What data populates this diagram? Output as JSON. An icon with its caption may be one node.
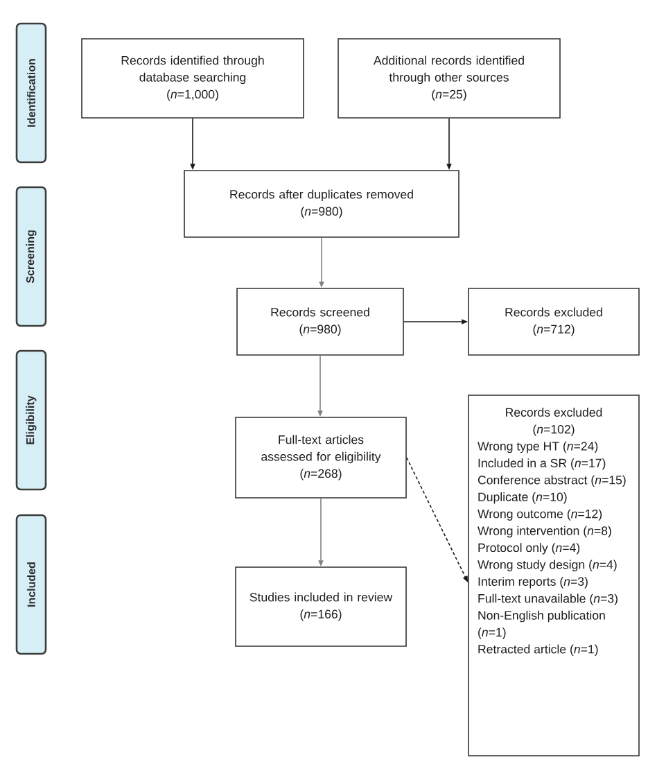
{
  "diagram": {
    "nodes": [
      {
        "text": [
          "Identification"
        ]
      },
      {
        "text": [
          "Screening"
        ]
      },
      {
        "text": [
          "Eligibility"
        ]
      },
      {
        "text": [
          "Included"
        ]
      },
      {
        "text": [
          "Records identified through database searching",
          "(*n*=1,000)"
        ]
      },
      {
        "text": [
          "Additional records identified through other sources",
          "(*n*=25)"
        ]
      },
      {
        "text": [
          "Records after duplicates removed",
          "(*n*=980)"
        ]
      },
      {
        "text": [
          "Records screened",
          "(*n*=980)"
        ]
      },
      {
        "text": [
          "Records excluded",
          "(*n*=712)"
        ]
      },
      {
        "text": [
          "Full-text articles assessed for eligibility",
          "(*n*=268)"
        ]
      },
      {
        "text": [
          "Records excluded",
          "(*n*=102)",
          "Wrong type HT (*n*=24)",
          "Included in a SR (*n*=17)",
          "Conference abstract (*n*=15)",
          "Duplicate (*n*=10)",
          "Wrong outcome (*n*=12)",
          "Wrong intervention (*n*=8)",
          "Protocol only (*n*=4)",
          "Wrong study design (*n*=4)",
          "Interim reports (*n*=3)",
          "Full-text unavailable (*n*=3)",
          "Non-English publication (*n*=1)",
          "Retracted article (*n*=1)"
        ]
      },
      {
        "text": [
          "Studies included in review",
          "(*n*=166)"
        ]
      }
    ],
    "edges": [
      {
        "from": 4,
        "to": 6,
        "arrow": "to"
      },
      {
        "from": 5,
        "to": 6,
        "arrow": "to"
      },
      {
        "from": 6,
        "to": 7,
        "arrow": "to",
        "color": "#808080"
      },
      {
        "from": 7,
        "to": 8,
        "arrow": "to"
      },
      {
        "from": 7,
        "to": 9,
        "arrow": "to",
        "color": "#808080"
      },
      {
        "from": 9,
        "to": 11,
        "arrow": "to",
        "color": "#808080"
      },
      {
        "from": 9,
        "to": 10,
        "arrow": "to",
        "style": "dashed"
      }
    ]
  }
}
